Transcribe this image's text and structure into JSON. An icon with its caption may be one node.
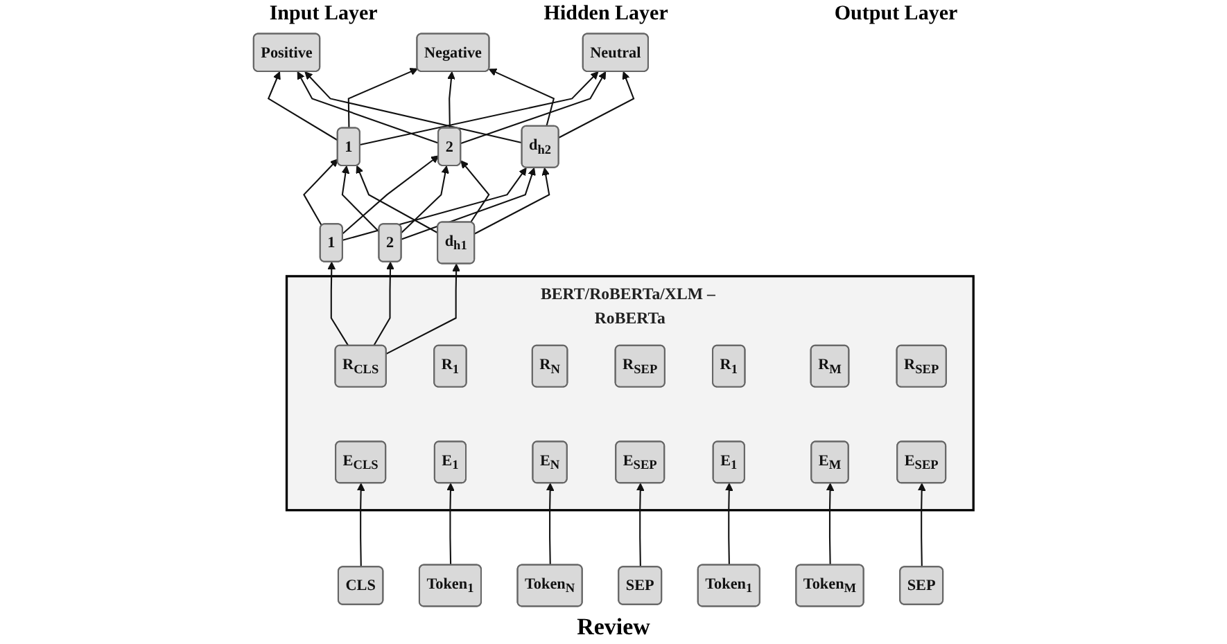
{
  "diagram": {
    "nodes": [
      {
        "text": [
          "1"
        ]
      },
      {
        "text": [
          "2"
        ]
      },
      {
        "text": [
          "d$_{h1}$"
        ]
      },
      {
        "text": [
          "1"
        ]
      },
      {
        "text": [
          "2"
        ]
      },
      {
        "text": [
          "d$_{h2}$"
        ]
      },
      {
        "text": [
          "Positive"
        ]
      },
      {
        "text": [
          "Negative"
        ]
      },
      {
        "text": [
          "Neutral"
        ]
      },
      {
        "text": [
          "BERT/RoBERTa/XLM – RoBERTa"
        ]
      },
      {
        "text": [
          "R$_{CLS}$"
        ],
        "in": 9
      },
      {
        "text": [
          "R$_{1}$"
        ],
        "in": 9
      },
      {
        "text": [
          "R$_{N}$"
        ],
        "in": 9
      },
      {
        "text": [
          "R$_{SEP}$"
        ],
        "in": 9
      },
      {
        "text": [
          "R$_{1}$"
        ],
        "in": 9
      },
      {
        "text": [
          "R$_{M}$"
        ],
        "in": 9
      },
      {
        "text": [
          "R$_{SEP}$"
        ],
        "in": 9
      },
      {
        "text": [
          "E$_{CLS}$"
        ],
        "in": 9
      },
      {
        "text": [
          "E$_{1}$"
        ],
        "in": 9
      },
      {
        "text": [
          "E$_{N}$"
        ],
        "in": 9
      },
      {
        "text": [
          "E$_{SEP}$"
        ],
        "in": 9
      },
      {
        "text": [
          "E$_{1}$"
        ],
        "in": 9
      },
      {
        "text": [
          "E$_{M}$"
        ],
        "in": 9
      },
      {
        "text": [
          "E$_{SEP}$"
        ],
        "in": 9
      },
      {
        "text": [
          "CLS"
        ]
      },
      {
        "text": [
          "Token$_{1}$"
        ]
      },
      {
        "text": [
          "Token$_{N}$"
        ]
      },
      {
        "text": [
          "SEP"
        ]
      },
      {
        "text": [
          "Token$_{1}$"
        ]
      },
      {
        "text": [
          "Token$_{M}$"
        ]
      },
      {
        "text": [
          "SEP"
        ]
      }
    ],
    "edges": [
      {
        "from": 10,
        "to": 0,
        "arrow": "to"
      },
      {
        "from": 10,
        "to": 1,
        "arrow": "to"
      },
      {
        "from": 10,
        "to": 2,
        "arrow": "to"
      },
      {
        "from": 0,
        "to": 3,
        "arrow": "to"
      },
      {
        "from": 0,
        "to": 4,
        "arrow": "to"
      },
      {
        "from": 0,
        "to": 5,
        "arrow": "to"
      },
      {
        "from": 1,
        "to": 3,
        "arrow": "to"
      },
      {
        "from": 1,
        "to": 4,
        "arrow": "to"
      },
      {
        "from": 1,
        "to": 5,
        "arrow": "to"
      },
      {
        "from": 2,
        "to": 3,
        "arrow": "to"
      },
      {
        "from": 2,
        "to": 4,
        "arrow": "to"
      },
      {
        "from": 2,
        "to": 5,
        "arrow": "to"
      },
      {
        "from": 3,
        "to": 6,
        "arrow": "to"
      },
      {
        "from": 3,
        "to": 7,
        "arrow": "to"
      },
      {
        "from": 3,
        "to": 8,
        "arrow": "to"
      },
      {
        "from": 4,
        "to": 6,
        "arrow": "to"
      },
      {
        "from": 4,
        "to": 7,
        "arrow": "to"
      },
      {
        "from": 4,
        "to": 8,
        "arrow": "to"
      },
      {
        "from": 5,
        "to": 6,
        "arrow": "to"
      },
      {
        "from": 5,
        "to": 7,
        "arrow": "to"
      },
      {
        "from": 5,
        "to": 8,
        "arrow": "to"
      },
      {
        "from": 24,
        "to": 17,
        "arrow": "to"
      },
      {
        "from": 25,
        "to": 18,
        "arrow": "to"
      },
      {
        "from": 26,
        "to": 19,
        "arrow": "to"
      },
      {
        "from": 27,
        "to": 20,
        "arrow": "to"
      },
      {
        "from": 28,
        "to": 21,
        "arrow": "to"
      },
      {
        "from": 29,
        "to": 22,
        "arrow": "to"
      },
      {
        "from": 30,
        "to": 23,
        "arrow": "to"
      }
    ],
    "labels": [
      "Input Layer",
      "Hidden Layer",
      "Output Layer",
      "Review"
    ]
  }
}
